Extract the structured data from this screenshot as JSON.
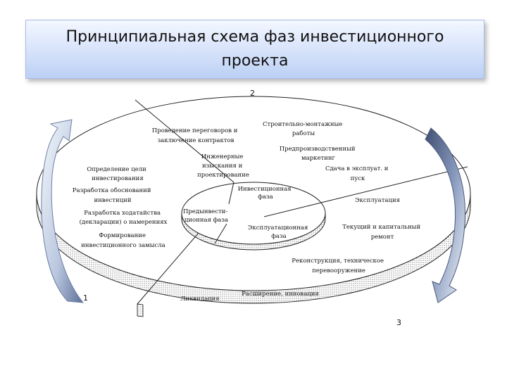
{
  "title": "Принципиальная схема фаз инвестиционного проекта",
  "phase_numbers": [
    "2",
    "1",
    "3"
  ],
  "inner_phases": {
    "investment": [
      "Инвестиционная",
      "фаза"
    ],
    "preinvestment": [
      "Предынвести-",
      "ционная фаза"
    ],
    "operational": [
      "Эксплуатационная",
      "фаза"
    ]
  },
  "preinvestment_items": [
    [
      "Определение цели",
      "инвестирования"
    ],
    [
      "Разработка обоснований",
      "инвестиций"
    ],
    [
      "Разработка ходатайства",
      "(декларации) о намерениях"
    ],
    [
      "Формирование",
      "инвестиционного замысла"
    ]
  ],
  "investment_items": [
    [
      "Проведение переговоров и",
      "заключение контрактов"
    ],
    [
      "Инженерные",
      "изыскания и",
      "проектирование"
    ],
    [
      "Строительно-монтажные",
      "работы"
    ],
    [
      "Предпроизводственный",
      "маркетинг"
    ],
    [
      "Сдача в эксплуат. и",
      "пуск"
    ]
  ],
  "operational_items": [
    [
      "Эксплуатация"
    ],
    [
      "Текущий и капитальный",
      "ремонт"
    ],
    [
      "Реконструкция, техническое",
      "перевооружение"
    ],
    [
      "Расширение, инновация"
    ],
    [
      "Ликвидация"
    ]
  ],
  "colors": {
    "arrow_light": "#eef6fb",
    "arrow_dark": "#6e7fa6",
    "ellipse_stroke": "#222222"
  }
}
